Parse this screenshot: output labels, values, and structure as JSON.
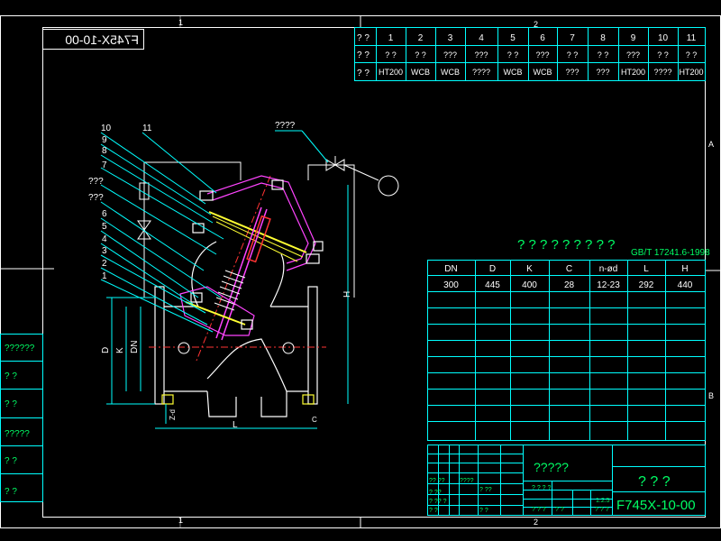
{
  "sheet": {
    "code_mirrored": "F745X-10-00",
    "zone_top_left": "1",
    "zone_top_right": "2",
    "zone_bottom_left": "1",
    "zone_bottom_right": "2",
    "zone_right_a": "A",
    "zone_right_b": "B"
  },
  "parts_table": {
    "header_label": "? ?",
    "numbers": [
      "1",
      "2",
      "3",
      "4",
      "5",
      "6",
      "7",
      "8",
      "9",
      "10",
      "11"
    ],
    "row2_label": "? ?",
    "row2": [
      "? ?",
      "? ?",
      "???",
      "???",
      "? ?",
      "???",
      "? ?",
      "? ?",
      "???",
      "? ?",
      "? ?"
    ],
    "row3_label": "? ?",
    "row3": [
      "HT200",
      "WCB",
      "WCB",
      "????",
      "WCB",
      "WCB",
      "???",
      "???",
      "HT200",
      "????",
      "HT200"
    ]
  },
  "dimensions": {
    "title": "? ? ? ? ? ? ? ? ?",
    "standard": "GB/T 17241.6-1998",
    "headers": [
      "DN",
      "D",
      "K",
      "C",
      "n-ød",
      "L",
      "H"
    ],
    "rows": [
      [
        "300",
        "445",
        "400",
        "28",
        "12-23",
        "292",
        "440"
      ]
    ]
  },
  "drawing_labels": {
    "callouts": [
      "10",
      "11",
      "9",
      "8",
      "7",
      "???",
      "???",
      "6",
      "5",
      "4",
      "3",
      "2",
      "1"
    ],
    "pilot_label": "????",
    "dim_H": "H",
    "dim_D": "D",
    "dim_K": "K",
    "dim_DN": "DN",
    "dim_L": "L",
    "dim_C": "C",
    "dim_nd": "Z-d"
  },
  "left_stamps": [
    "??????",
    "?  ?",
    "?  ?",
    "?????",
    "?  ?",
    "?  ?"
  ],
  "title_block": {
    "company": "?????",
    "product_name": "? ? ?",
    "drawing_no": "F745X-10-00",
    "scale": "1:2.5",
    "small_labels": [
      "?? ??",
      "????",
      "? ??",
      "? ??",
      "? ?? ?",
      "? ?",
      "? ?",
      "? ? ? ?",
      "? ? ?",
      "? ?",
      "? ? ?"
    ]
  }
}
